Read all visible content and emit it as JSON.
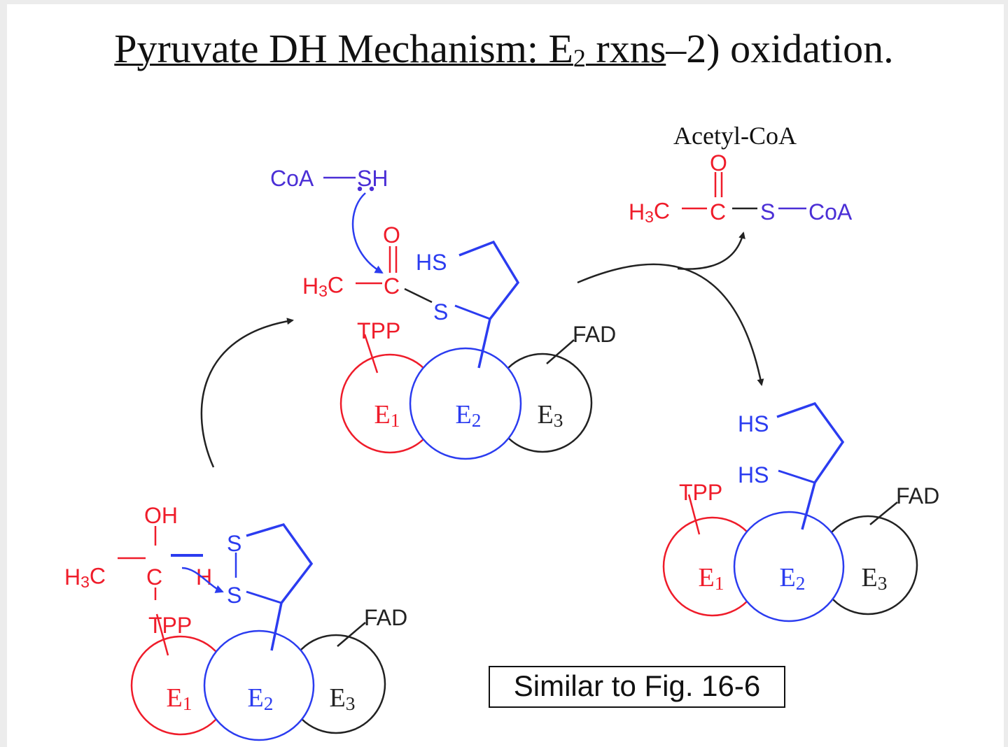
{
  "title": {
    "part1": "Pyruvate DH Mechanism: E",
    "part1_sub": "2",
    "part2": " rxns",
    "part3": "–2) oxidation."
  },
  "labels": {
    "coa_sh": "CoA",
    "sh": "SH",
    "hs": "HS",
    "s": "S",
    "h3c": "H3C",
    "c": "C",
    "o": "O",
    "oh": "OH",
    "h": "H",
    "tpp": "TPP",
    "fad": "FAD",
    "coa": "CoA",
    "e1": "E1",
    "e2": "E2",
    "e3": "E3",
    "acetyl_coa": "Acetyl-CoA"
  },
  "caption": "Similar to Fig. 16-6",
  "colors": {
    "red": "#ef1c2a",
    "blue": "#2b3cf0",
    "purple": "#4b2fd6",
    "black": "#222222"
  }
}
